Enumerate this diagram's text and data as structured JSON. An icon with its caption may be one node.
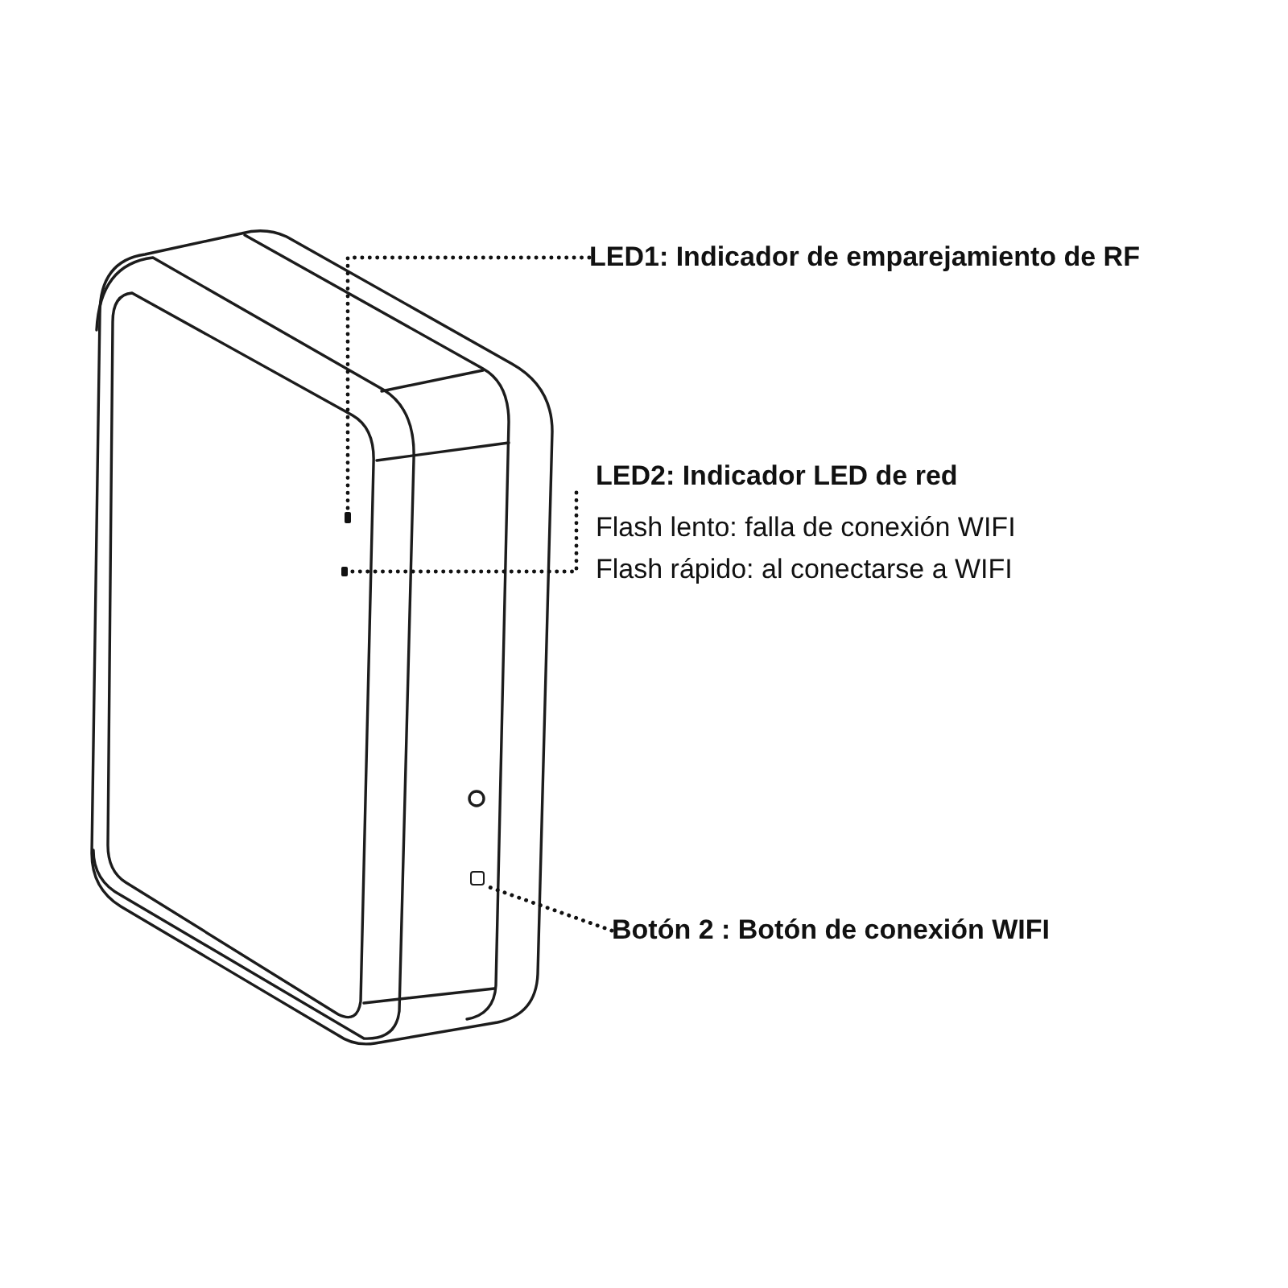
{
  "diagram": {
    "nodes": [
      {
        "text": [
          "LED1: Indicador de emparejamiento de RF"
        ]
      },
      {
        "text": [],
        "shape": "dot"
      },
      {
        "text": [
          "LED2: Indicador LED de red",
          "Flash lento: falla de conexión WIFI",
          "Flash rápido: al conectarse a WIFI"
        ]
      },
      {
        "text": [],
        "shape": "dot"
      },
      {
        "text": [
          "Botón 2 : Botón de conexión WIFI"
        ]
      },
      {
        "text": [],
        "shape": "box"
      }
    ],
    "edges": [
      {
        "from": 0,
        "to": 1,
        "arrow": "none",
        "style": "dashed"
      },
      {
        "from": 2,
        "to": 3,
        "arrow": "none",
        "style": "dashed"
      },
      {
        "from": 4,
        "to": 5,
        "arrow": "none",
        "style": "dashed"
      }
    ]
  }
}
